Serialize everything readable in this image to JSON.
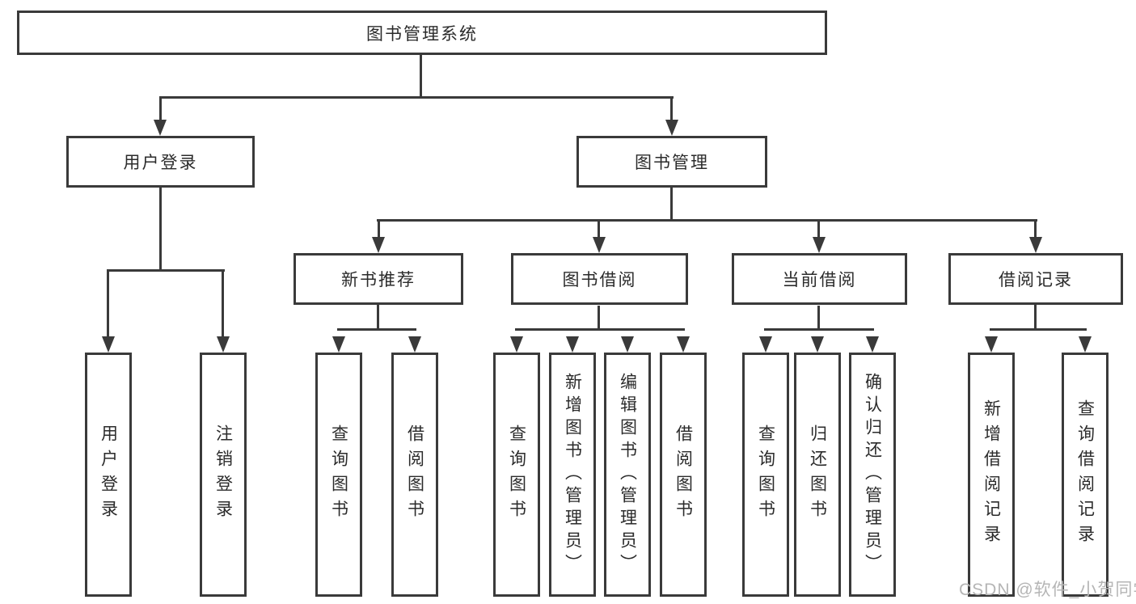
{
  "title": "图书管理系统",
  "tree": {
    "label": "图书管理系统",
    "children": [
      {
        "label": "用户登录",
        "children": [
          {
            "label": "用户登录"
          },
          {
            "label": "注销登录"
          }
        ]
      },
      {
        "label": "图书管理",
        "children": [
          {
            "label": "新书推荐",
            "children": [
              {
                "label": "查询图书"
              },
              {
                "label": "借阅图书"
              }
            ]
          },
          {
            "label": "图书借阅",
            "children": [
              {
                "label": "查询图书"
              },
              {
                "label": "新增图书（管理员）"
              },
              {
                "label": "编辑图书（管理员）"
              },
              {
                "label": "借阅图书"
              }
            ]
          },
          {
            "label": "当前借阅",
            "children": [
              {
                "label": "查询图书"
              },
              {
                "label": "归还图书"
              },
              {
                "label": "确认归还（管理员）"
              }
            ]
          },
          {
            "label": "借阅记录",
            "children": [
              {
                "label": "新增借阅记录"
              },
              {
                "label": "查询借阅记录"
              }
            ]
          }
        ]
      }
    ]
  },
  "watermark": {
    "text": "CSDN @软件_小贺同学"
  },
  "colors": {
    "line": "#3a3a3a",
    "box_border": "#3a3a3a",
    "text": "#2b2b2b",
    "watermark": "#b5b5b5",
    "background": "#ffffff"
  }
}
